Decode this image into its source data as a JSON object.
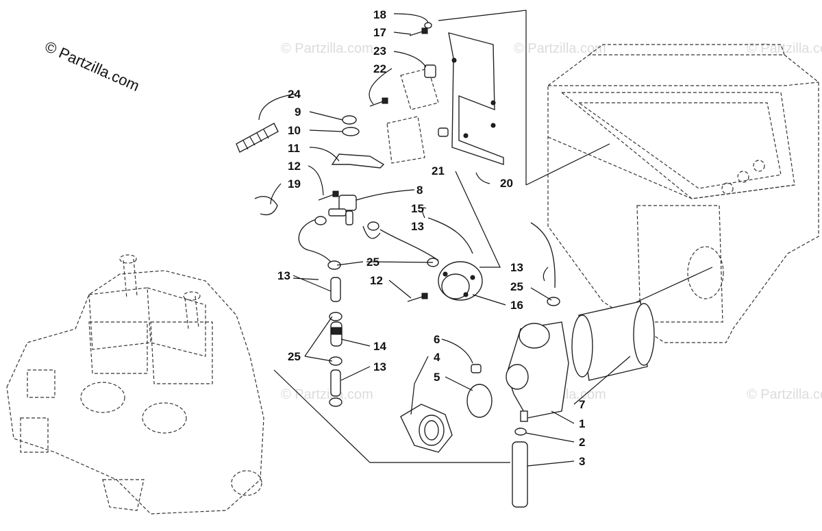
{
  "copyright": "© Partzilla.com",
  "watermark": "© Partzilla.com",
  "callouts": [
    {
      "id": "c18",
      "label": "18"
    },
    {
      "id": "c17",
      "label": "17"
    },
    {
      "id": "c23",
      "label": "23"
    },
    {
      "id": "c22",
      "label": "22"
    },
    {
      "id": "c24",
      "label": "24"
    },
    {
      "id": "c9",
      "label": "9"
    },
    {
      "id": "c10",
      "label": "10"
    },
    {
      "id": "c11",
      "label": "11"
    },
    {
      "id": "c12a",
      "label": "12"
    },
    {
      "id": "c19",
      "label": "19"
    },
    {
      "id": "c8",
      "label": "8"
    },
    {
      "id": "c21",
      "label": "21"
    },
    {
      "id": "c20",
      "label": "20"
    },
    {
      "id": "c15",
      "label": "15"
    },
    {
      "id": "c13a",
      "label": "13"
    },
    {
      "id": "c25a",
      "label": "25"
    },
    {
      "id": "c13b",
      "label": "13"
    },
    {
      "id": "c12b",
      "label": "12"
    },
    {
      "id": "c16",
      "label": "16"
    },
    {
      "id": "c13c",
      "label": "13"
    },
    {
      "id": "c25b",
      "label": "25"
    },
    {
      "id": "c14",
      "label": "14"
    },
    {
      "id": "c25c",
      "label": "25"
    },
    {
      "id": "c13d",
      "label": "13"
    },
    {
      "id": "c6",
      "label": "6"
    },
    {
      "id": "c4",
      "label": "4"
    },
    {
      "id": "c5",
      "label": "5"
    },
    {
      "id": "c7",
      "label": "7"
    },
    {
      "id": "c1",
      "label": "1"
    },
    {
      "id": "c2",
      "label": "2"
    },
    {
      "id": "c3",
      "label": "3"
    }
  ]
}
